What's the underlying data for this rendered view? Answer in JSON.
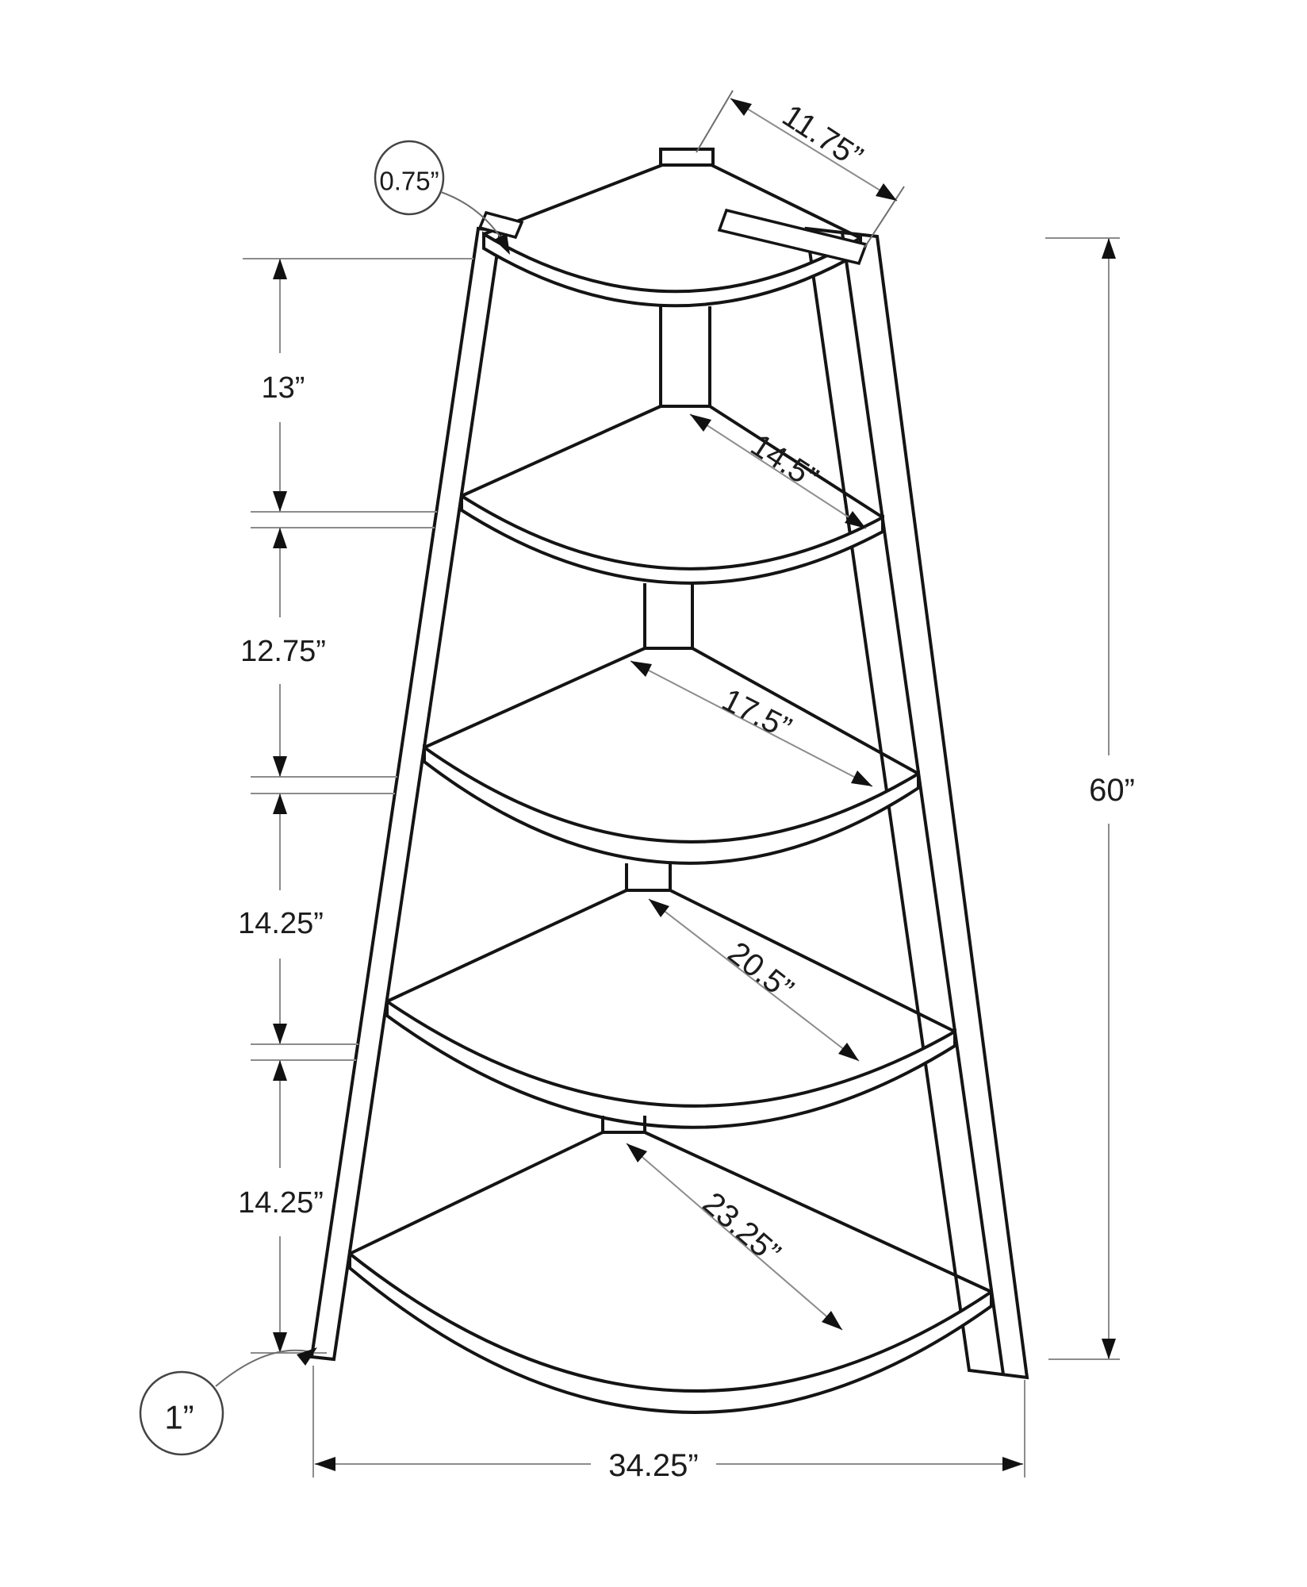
{
  "diagram_unit": "inches",
  "overall": {
    "height": {
      "label": "60”",
      "value": 60
    },
    "base_width": {
      "label": "34.25”",
      "value": 34.25
    },
    "top_shelf_edge": {
      "label": "11.75”",
      "value": 11.75
    }
  },
  "callouts": {
    "shelf_thickness": {
      "label": "0.75”",
      "value": 0.75
    },
    "base_thickness": {
      "label": "1”",
      "value": 1
    }
  },
  "shelf_spacings": [
    {
      "label": "13”",
      "value": 13
    },
    {
      "label": "12.75”",
      "value": 12.75
    },
    {
      "label": "14.25”",
      "value": 14.25
    },
    {
      "label": "14.25”",
      "value": 14.25
    }
  ],
  "shelf_edges": [
    {
      "label": "14.5”",
      "value": 14.5
    },
    {
      "label": "17.5”",
      "value": 17.5
    },
    {
      "label": "20.5”",
      "value": 20.5
    },
    {
      "label": "23.25”",
      "value": 23.25
    }
  ]
}
